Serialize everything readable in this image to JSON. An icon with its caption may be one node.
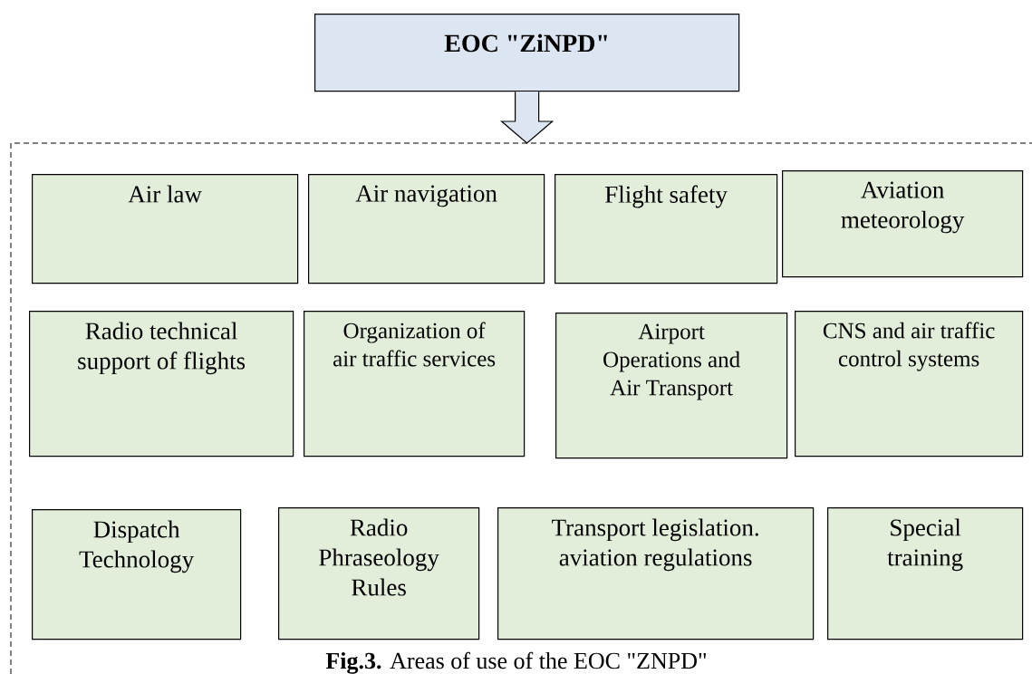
{
  "diagram": {
    "caption": "**Fig.3.** Areas of use of the EOC \"ZNPD\"",
    "nodes": [
      {
        "text": [
          "EOC \"ZiNPD\""
        ]
      },
      {
        "text": [],
        "shape": "box"
      },
      {
        "text": [
          "Air law"
        ],
        "in": 1
      },
      {
        "text": [
          "Air navigation"
        ],
        "in": 1
      },
      {
        "text": [
          "Flight safety"
        ],
        "in": 1
      },
      {
        "text": [
          "Aviation meteorology"
        ],
        "in": 1
      },
      {
        "text": [
          "Radio technical support of flights"
        ],
        "in": 1
      },
      {
        "text": [
          "Organization of air traffic services"
        ],
        "in": 1
      },
      {
        "text": [
          "Airport Operations and Air Transport"
        ],
        "in": 1
      },
      {
        "text": [
          "CNS and air traffic control systems"
        ],
        "in": 1
      },
      {
        "text": [
          "Dispatch Technology"
        ],
        "in": 1
      },
      {
        "text": [
          "Radio Phraseology Rules"
        ],
        "in": 1
      },
      {
        "text": [
          "Transport legislation. aviation regulations"
        ],
        "in": 1
      },
      {
        "text": [
          "Special training"
        ],
        "in": 1
      }
    ],
    "edges": [
      {
        "from": 0,
        "to": 1,
        "arrow": "to"
      }
    ]
  }
}
